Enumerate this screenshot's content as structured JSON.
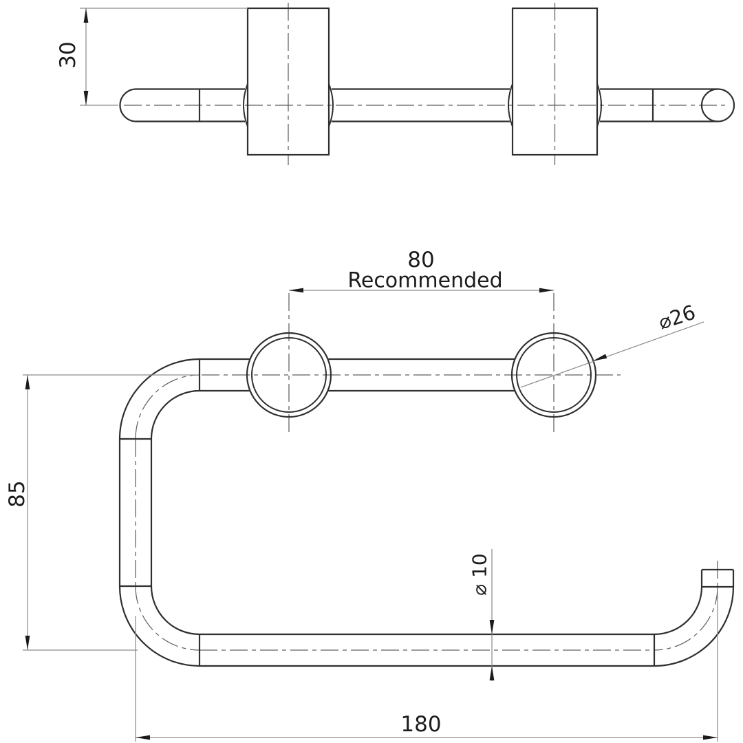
{
  "drawing": {
    "type": "technical-dimension-drawing",
    "subject": "wall-mounted toilet roll holder, top view and front view",
    "views": {
      "top": {
        "dims": {
          "wall_offset": "30"
        }
      },
      "front": {
        "dims": {
          "mount_spacing": "80",
          "mount_spacing_note": "Recommended",
          "flange_diameter": "⌀26",
          "height": "85",
          "tube_diameter": "⌀ 10",
          "width": "180"
        }
      }
    },
    "colors": {
      "background": "#ffffff",
      "object_line": "#2f2f2f",
      "centerline": "#5f5f5f",
      "dimension_line": "#8c8c8c",
      "arrow": "#1c1c1c",
      "text": "#1c1c1c"
    }
  }
}
